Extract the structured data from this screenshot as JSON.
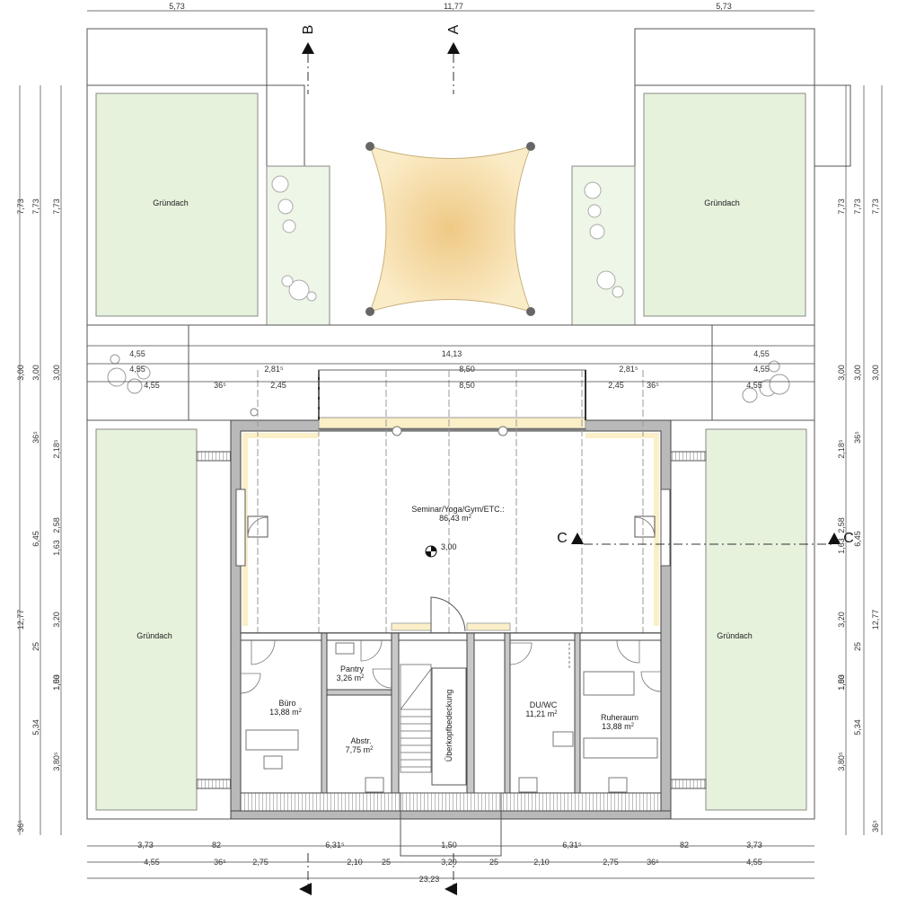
{
  "dimensions": {
    "top": [
      "5,73",
      "11,77",
      "5,73"
    ],
    "mid_row1": [
      "4,55",
      "14,13",
      "4,55"
    ],
    "mid_row2": [
      "4,55",
      "2,81⁵",
      "8,50",
      "2,81⁵",
      "4,55"
    ],
    "mid_row3": [
      "4,55",
      "36⁵",
      "2,45",
      "8,50",
      "2,45",
      "36⁵",
      "4,55"
    ],
    "bottom_row1": [
      "3,73",
      "82",
      "6,31⁵",
      "1,50",
      "6,31⁵",
      "82",
      "3,73"
    ],
    "bottom_row2": [
      "4,55",
      "36⁵",
      "2,75",
      "2,10",
      "25",
      "3,20",
      "25",
      "2,10",
      "2,75",
      "36⁵",
      "4,55"
    ],
    "bottom_total": "23,23",
    "left_outer": [
      "7,73",
      "3,00",
      "12,77",
      "36⁵"
    ],
    "left_mid": [
      "7,73",
      "3,00",
      "36⁵",
      "6,45",
      "25",
      "5,34"
    ],
    "left_inner": [
      "7,73",
      "3,00",
      "2,18⁵",
      "2,58",
      "1,63",
      "3,20",
      "1,00",
      "1,53",
      "3,80⁵"
    ],
    "right_inner": [
      "7,73",
      "3,00",
      "2,18⁵",
      "2,58",
      "1,63",
      "3,20",
      "1,00",
      "1,53",
      "3,80⁵"
    ],
    "right_mid": [
      "7,73",
      "3,00",
      "36⁵",
      "6,45",
      "25",
      "5,34"
    ],
    "right_outer": [
      "7,73",
      "3,00",
      "12,77",
      "36⁵"
    ]
  },
  "sections": {
    "a": "A",
    "b": "B",
    "c": "C"
  },
  "roofs": {
    "top_left": "Gründach",
    "top_right": "Gründach",
    "left": "Gründach",
    "right": "Gründach"
  },
  "rooms": {
    "seminar": {
      "name": "Seminar/Yoga/Gym/ETC.:",
      "area": "86,43 m",
      "sup": "2"
    },
    "level": "3,00",
    "buero": {
      "name": "Büro",
      "area": "13,88 m",
      "sup": "2"
    },
    "pantry": {
      "name": "Pantry",
      "area": "3,26 m",
      "sup": "2"
    },
    "abstr": {
      "name": "Abstr.",
      "area": "7,75 m",
      "sup": "2"
    },
    "ueberkopf": "Überkopfbedeckung",
    "duwc": {
      "name": "DU/WC",
      "area": "11,21 m",
      "sup": "2"
    },
    "ruhe": {
      "name": "Ruheraum",
      "area": "13,88 m",
      "sup": "2"
    }
  },
  "colors": {
    "green_roof": "#e8f3df",
    "sail": "#f6dfa6",
    "wall": "#b9b9b9",
    "highlight": "#fbefc7"
  }
}
